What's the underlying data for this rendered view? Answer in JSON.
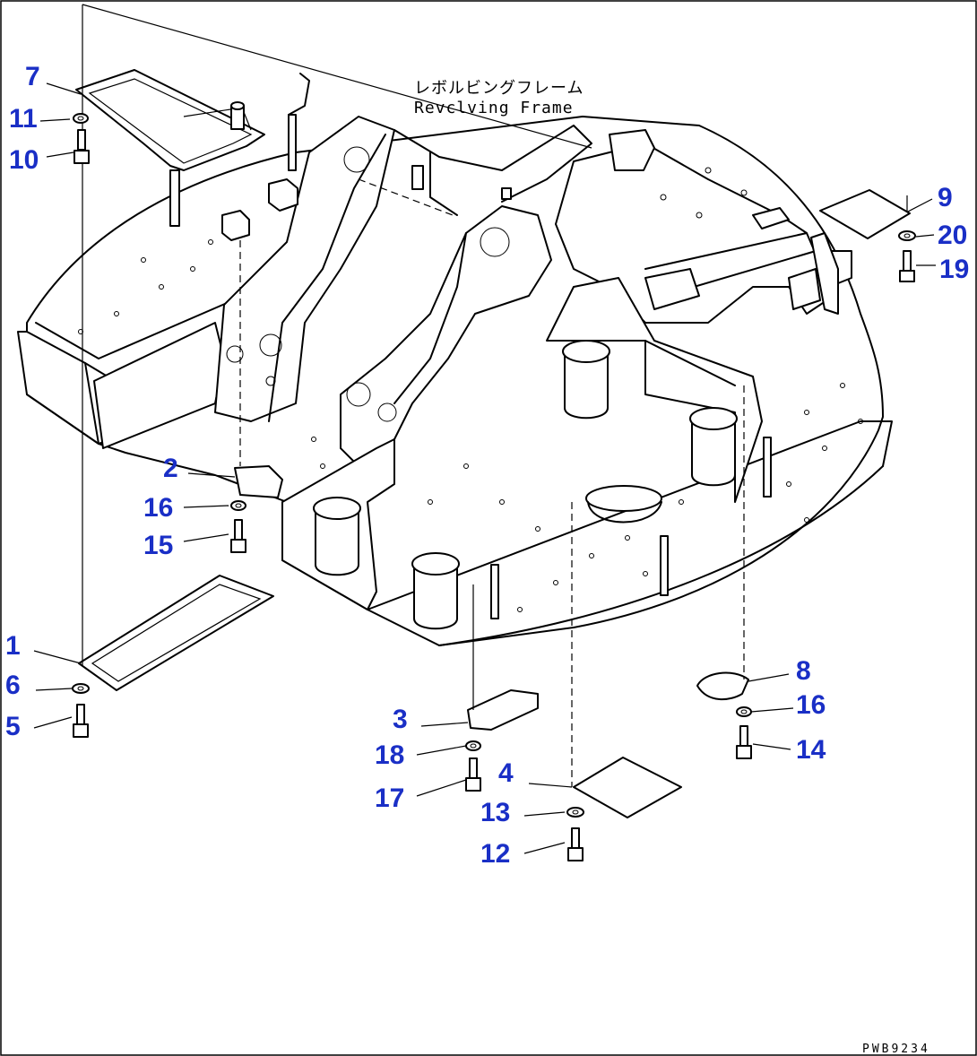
{
  "frame_name": {
    "japanese": "レボルビングフレーム",
    "english": "Revclving Frame"
  },
  "drawing_code": "PWB9234",
  "part_numbers": {
    "p1": "1",
    "p2": "2",
    "p3": "3",
    "p4": "4",
    "p5": "5",
    "p6": "6",
    "p7": "7",
    "p8": "8",
    "p9": "9",
    "p10": "10",
    "p11": "11",
    "p12": "12",
    "p13": "13",
    "p14": "14",
    "p15": "15",
    "p16a": "16",
    "p16b": "16",
    "p17": "17",
    "p18": "18",
    "p19": "19",
    "p20": "20"
  },
  "colors": {
    "callout": "#1a2fc6",
    "line": "#000000",
    "background": "#ffffff"
  }
}
